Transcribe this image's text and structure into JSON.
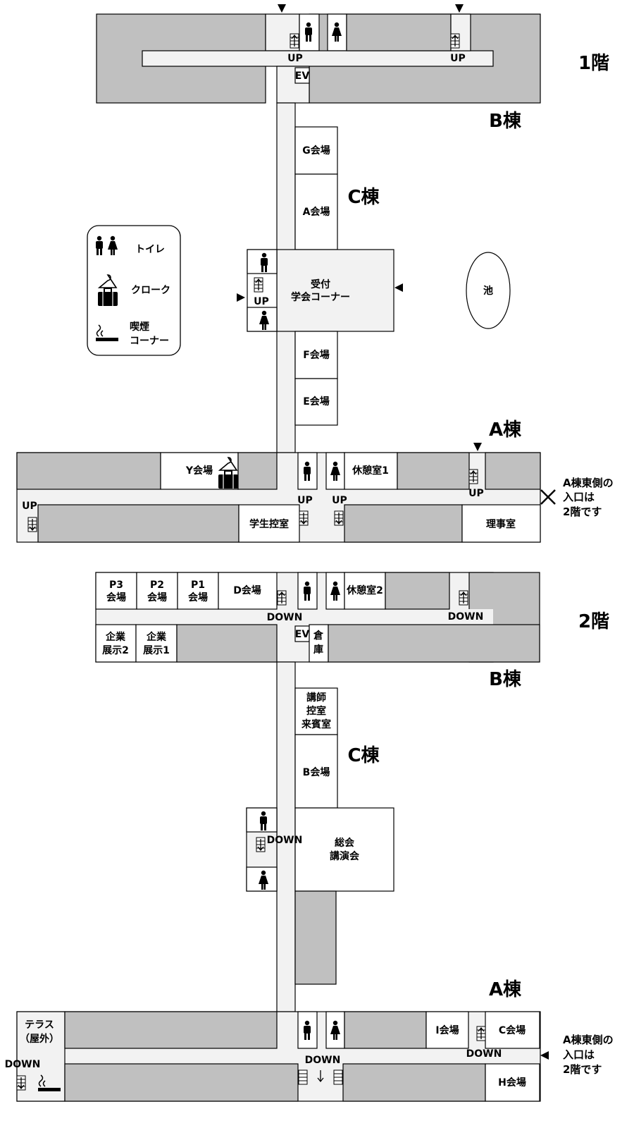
{
  "floors": {
    "f1": "1階",
    "f2": "2階"
  },
  "buildings": {
    "b": "B棟",
    "c": "C棟",
    "a": "A棟"
  },
  "legend": {
    "toilet": "トイレ",
    "cloak": "クローク",
    "smoking_l1": "喫煙",
    "smoking_l2": "コーナー"
  },
  "rooms_f1": {
    "g": "G会場",
    "a": "A会場",
    "reception_l1": "受付",
    "reception_l2": "学会コーナー",
    "f": "F会場",
    "e": "E会場",
    "pond": "池",
    "y": "Y会場",
    "rest1": "休憩室1",
    "student": "学生控室",
    "director": "理事室"
  },
  "rooms_f2": {
    "p3": [
      "P3",
      "会場"
    ],
    "p2": [
      "P2",
      "会場"
    ],
    "p1": [
      "P1",
      "会場"
    ],
    "d": "D会場",
    "rest2": "休憩室2",
    "exhibit2": [
      "企業",
      "展示2"
    ],
    "exhibit1": [
      "企業",
      "展示1"
    ],
    "storage": [
      "倉",
      "庫"
    ],
    "lecturer": [
      "講師",
      "控室",
      "来賓室"
    ],
    "b": "B会場",
    "hall": [
      "総会",
      "講演会"
    ],
    "terrace": [
      "テラス",
      "（屋外）"
    ],
    "i": "I会場",
    "c": "C会場",
    "h": "H会場"
  },
  "signs": {
    "up": "UP",
    "down": "DOWN",
    "ev": "EV"
  },
  "notes": {
    "east_entrance": [
      "A棟東側の",
      "入口は",
      "2階です"
    ]
  }
}
